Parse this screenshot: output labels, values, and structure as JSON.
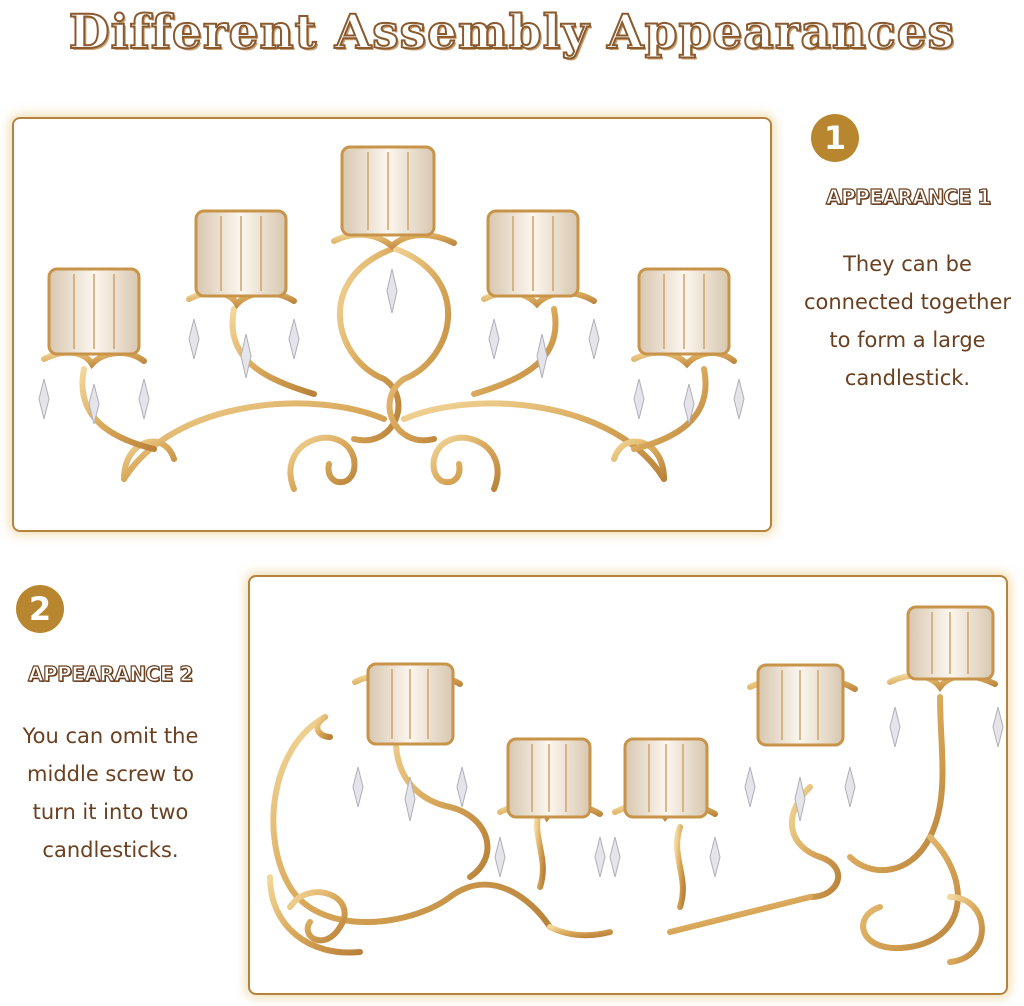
{
  "title": "Different Assembly Appearances",
  "appearance1": {
    "number": "1",
    "label": "APPEARANCE 1",
    "lines": [
      "They can be",
      "connected together",
      "to form a large",
      "candlestick."
    ]
  },
  "appearance2": {
    "number": "2",
    "label": "APPEARANCE 2",
    "lines": [
      "You can omit the",
      "middle screw to",
      "turn it into two",
      "candlesticks."
    ]
  },
  "colors": {
    "gold": "#b8862e",
    "brown_text": "#6b4020",
    "panel_border": "#b4843f"
  }
}
